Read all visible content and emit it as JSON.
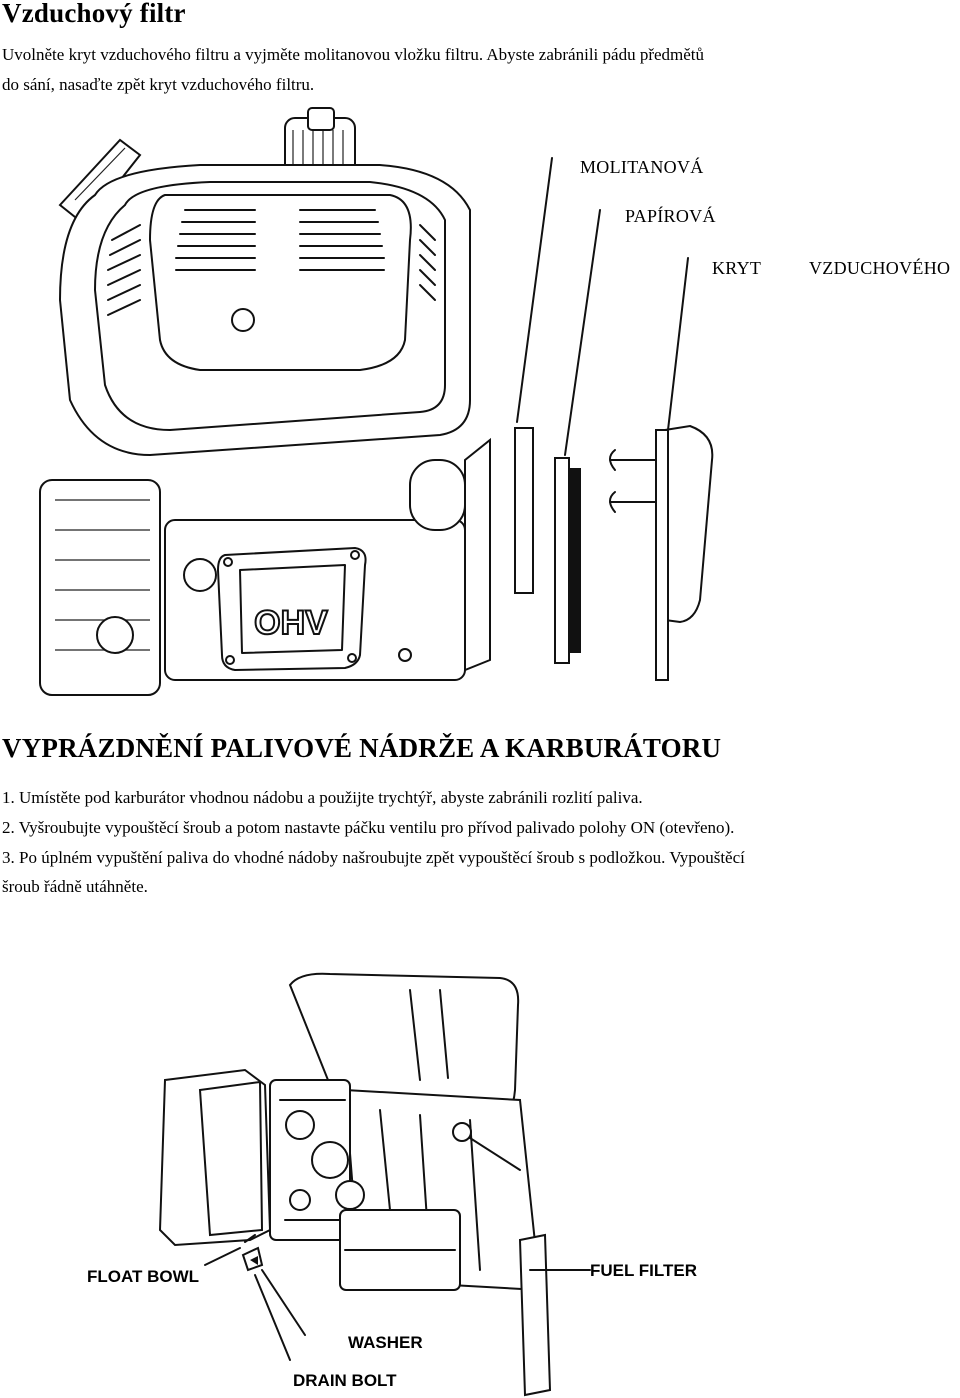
{
  "air_filter": {
    "title": "Vzduchový filtr",
    "text_line1": "Uvolněte kryt vzduchového filtru a vyjměte molitanovou vložku filtru. Abyste zabránili pádu předmětů",
    "text_line2": "do sání, nasaďte zpět kryt vzduchového filtru.",
    "label_foam": "MOLITANOVÁ",
    "label_paper": "PAPÍROVÁ",
    "label_cover": "KRYT",
    "label_cover2": "VZDUCHOVÉHO",
    "engine_badge": "OHV"
  },
  "drain": {
    "title": "VYPRÁZDNĚNÍ PALIVOVÉ NÁDRŽE A KARBURÁTORU",
    "step1": "1. Umístěte pod karburátor vhodnou nádobu a použijte trychtýř, abyste zabránili rozlití paliva.",
    "step2": "2. Vyšroubujte vypouštěcí šroub a potom nastavte páčku ventilu pro přívod palivado polohy ON (otevřeno).",
    "step3_line1": "3. Po úplném vypuštění paliva do vhodné nádoby našroubujte zpět vypouštěcí šroub s podložkou. Vypouštěcí",
    "step3_line2": "šroub řádně utáhněte."
  },
  "carb_diagram": {
    "float_bowl": "FLOAT BOWL",
    "fuel_filter": "FUEL FILTER",
    "washer": "WASHER",
    "drain_bolt": "DRAIN BOLT"
  }
}
